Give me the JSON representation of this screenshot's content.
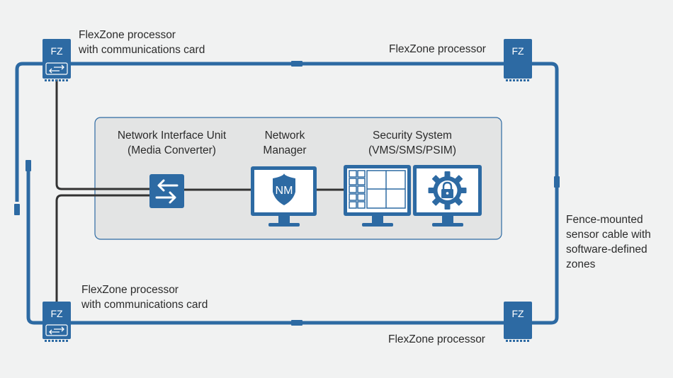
{
  "labels": {
    "fz_top_left_line1": "FlexZone processor",
    "fz_top_left_line2": "with communications card",
    "fz_top_right": "FlexZone processor",
    "fz_bottom_left_line1": "FlexZone processor",
    "fz_bottom_left_line2": "with communications card",
    "fz_bottom_right": "FlexZone processor",
    "niu_line1": "Network Interface Unit",
    "niu_line2": "(Media Converter)",
    "nm_line1": "Network",
    "nm_line2": "Manager",
    "sec_line1": "Security System",
    "sec_line2": "(VMS/SMS/PSIM)",
    "cable_line1": "Fence-mounted",
    "cable_line2": "sensor cable with",
    "cable_line3": "software-defined",
    "cable_line4": "zones"
  },
  "icons": {
    "fz_badge": "FZ",
    "nm_badge": "NM"
  },
  "colors": {
    "blue": "#2d6aa3",
    "dark_line": "#333333",
    "panel_bg": "#e3e4e4",
    "panel_border": "#2d6aa3",
    "background": "#f1f2f2"
  }
}
